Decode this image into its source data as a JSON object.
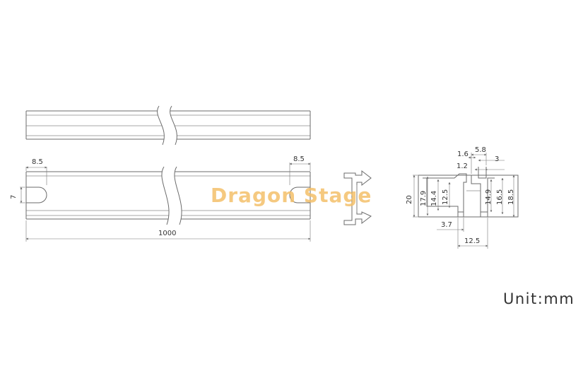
{
  "watermark": "Dragon Stage",
  "unit_label": "Unit:mm",
  "dimensions": {
    "slot_width_left": "8.5",
    "slot_width_right": "8.5",
    "slot_height": "7",
    "total_length": "1000",
    "lip_1_6": "1.6",
    "top_5_8": "5.8",
    "lip_3": "3",
    "lip_1_2": "1.2",
    "height_20": "20",
    "height_17_9": "17.9",
    "height_14_4": "14.4",
    "height_12_5": "12.5",
    "height_14_9": "14.9",
    "height_16_5": "16.5",
    "height_18_5": "18.5",
    "bottom_3_7": "3.7",
    "bottom_12_5": "12.5"
  }
}
